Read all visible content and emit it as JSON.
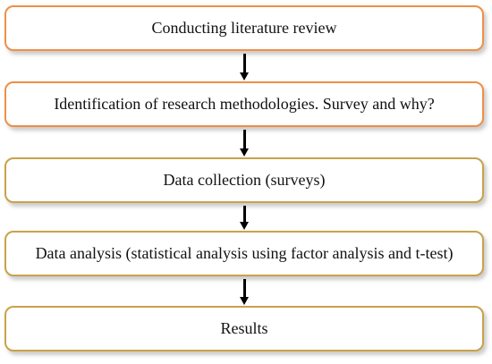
{
  "flowchart": {
    "steps": [
      {
        "label": "Conducting literature review"
      },
      {
        "label": "Identification of research methodologies. Survey and why?"
      },
      {
        "label": "Data collection (surveys)"
      },
      {
        "label": "Data analysis (statistical analysis using factor analysis and t-test)"
      },
      {
        "label": "Results"
      }
    ]
  },
  "colors": {
    "border_orange": "#ee8f47",
    "border_gold": "#c8a24a",
    "arrow": "#000000"
  }
}
